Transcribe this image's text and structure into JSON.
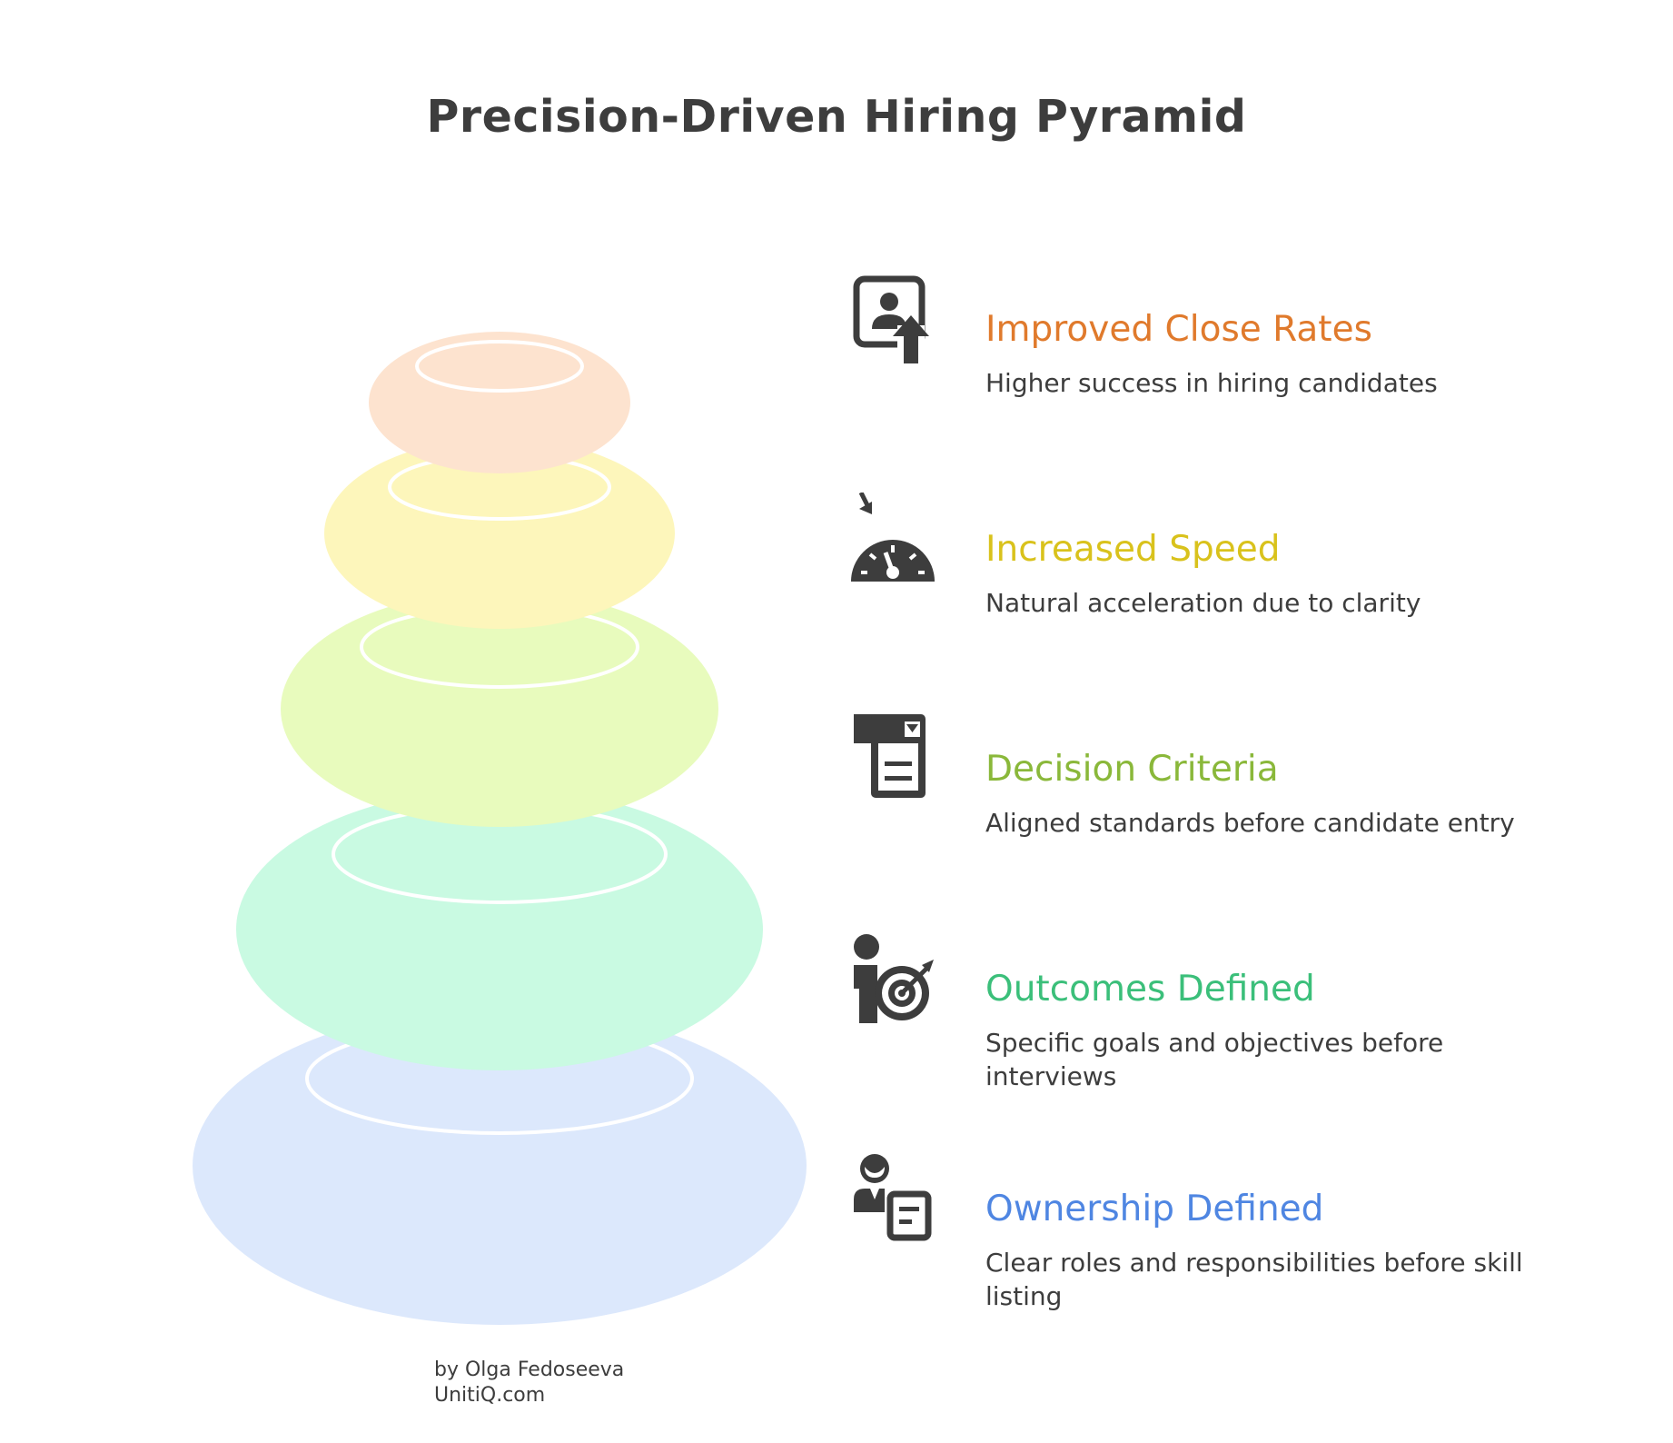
{
  "title": "Precision-Driven Hiring Pyramid",
  "levels": [
    {
      "heading": "Improved Close Rates",
      "description": "Higher success in hiring candidates",
      "color": "#e07a2c",
      "fill": "#fde3cf",
      "icon": "candidate-profile-up-arrow-icon"
    },
    {
      "heading": "Increased Speed",
      "description": "Natural acceleration due to clarity",
      "color": "#d9c21c",
      "fill": "#fdf6bb",
      "icon": "speedometer-icon"
    },
    {
      "heading": "Decision Criteria",
      "description": "Aligned standards before candidate entry",
      "color": "#8ab83a",
      "fill": "#e8fbbd",
      "icon": "checklist-document-icon"
    },
    {
      "heading": "Outcomes Defined",
      "description": "Specific goals and objectives before interviews",
      "color": "#3bbf7a",
      "fill": "#c9fae2",
      "icon": "person-target-icon"
    },
    {
      "heading": "Ownership Defined",
      "description": "Clear roles and responsibilities before skill listing",
      "color": "#4f86e2",
      "fill": "#dce8fc",
      "icon": "person-document-icon"
    }
  ],
  "credit": {
    "author": "by Olga Fedoseeva",
    "site": "UnitiQ.com"
  }
}
